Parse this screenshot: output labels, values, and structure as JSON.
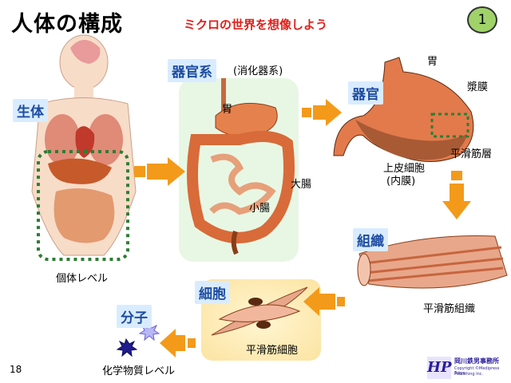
{
  "slide": {
    "title": "人体の構成",
    "subtitle": "ミクロの世界を想像しよう",
    "page_badge": "1",
    "page_number": "18"
  },
  "labels": {
    "body": "生体",
    "body_caption": "個体レベル",
    "organ_system": "器官系",
    "organ_system_sub": "(消化器系)",
    "stomach_small": "胃",
    "large_intestine": "大腸",
    "small_intestine": "小腸",
    "organ": "器官",
    "stomach": "胃",
    "serosa": "漿膜",
    "smooth_muscle_layer": "平滑筋層",
    "epithelium": "上皮細胞",
    "mucosa": "(内膜)",
    "tissue": "組織",
    "tissue_caption": "平滑筋組織",
    "cell": "細胞",
    "cell_caption": "平滑筋細胞",
    "molecule": "分子",
    "molecule_caption": "化学物質レベル"
  },
  "logo": {
    "letters": "HP",
    "line1": "岡川鉄男事務所",
    "line2": "Copyright ©Medipress Tokyo",
    "line3": "Publishing Inc."
  }
}
